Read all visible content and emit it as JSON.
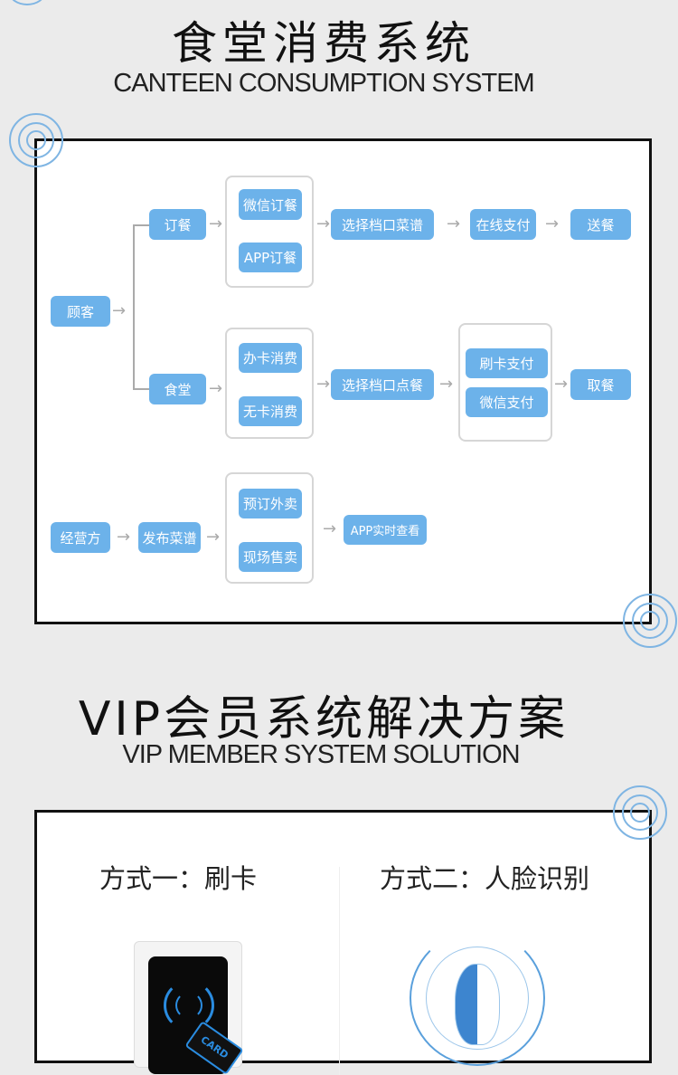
{
  "section1": {
    "title": "食堂消费系统",
    "subtitle": "CANTEEN CONSUMPTION SYSTEM"
  },
  "flow": {
    "customer": "顾客",
    "order": "订餐",
    "wechat_order": "微信订餐",
    "app_order": "APP订餐",
    "choose_menu": "选择档口菜谱",
    "online_pay": "在线支付",
    "deliver": "送餐",
    "canteen": "食堂",
    "card_consume": "办卡消费",
    "nocard_consume": "无卡消费",
    "choose_order": "选择档口点餐",
    "card_pay": "刷卡支付",
    "wechat_pay": "微信支付",
    "pickup": "取餐",
    "operator": "经营方",
    "publish_menu": "发布菜谱",
    "reserve_takeout": "预订外卖",
    "onsite_sale": "现场售卖",
    "app_view": "APP实时查看",
    "arrow": "→"
  },
  "section2": {
    "title": "VIP会员系统解决方案",
    "subtitle": "VIP MEMBER SYSTEM SOLUTION",
    "method1": "方式一：刷卡",
    "method2": "方式二：人脸识别",
    "card_label": "CARD"
  },
  "colors": {
    "node": "#6cb2ea",
    "background": "#ebebeb"
  }
}
